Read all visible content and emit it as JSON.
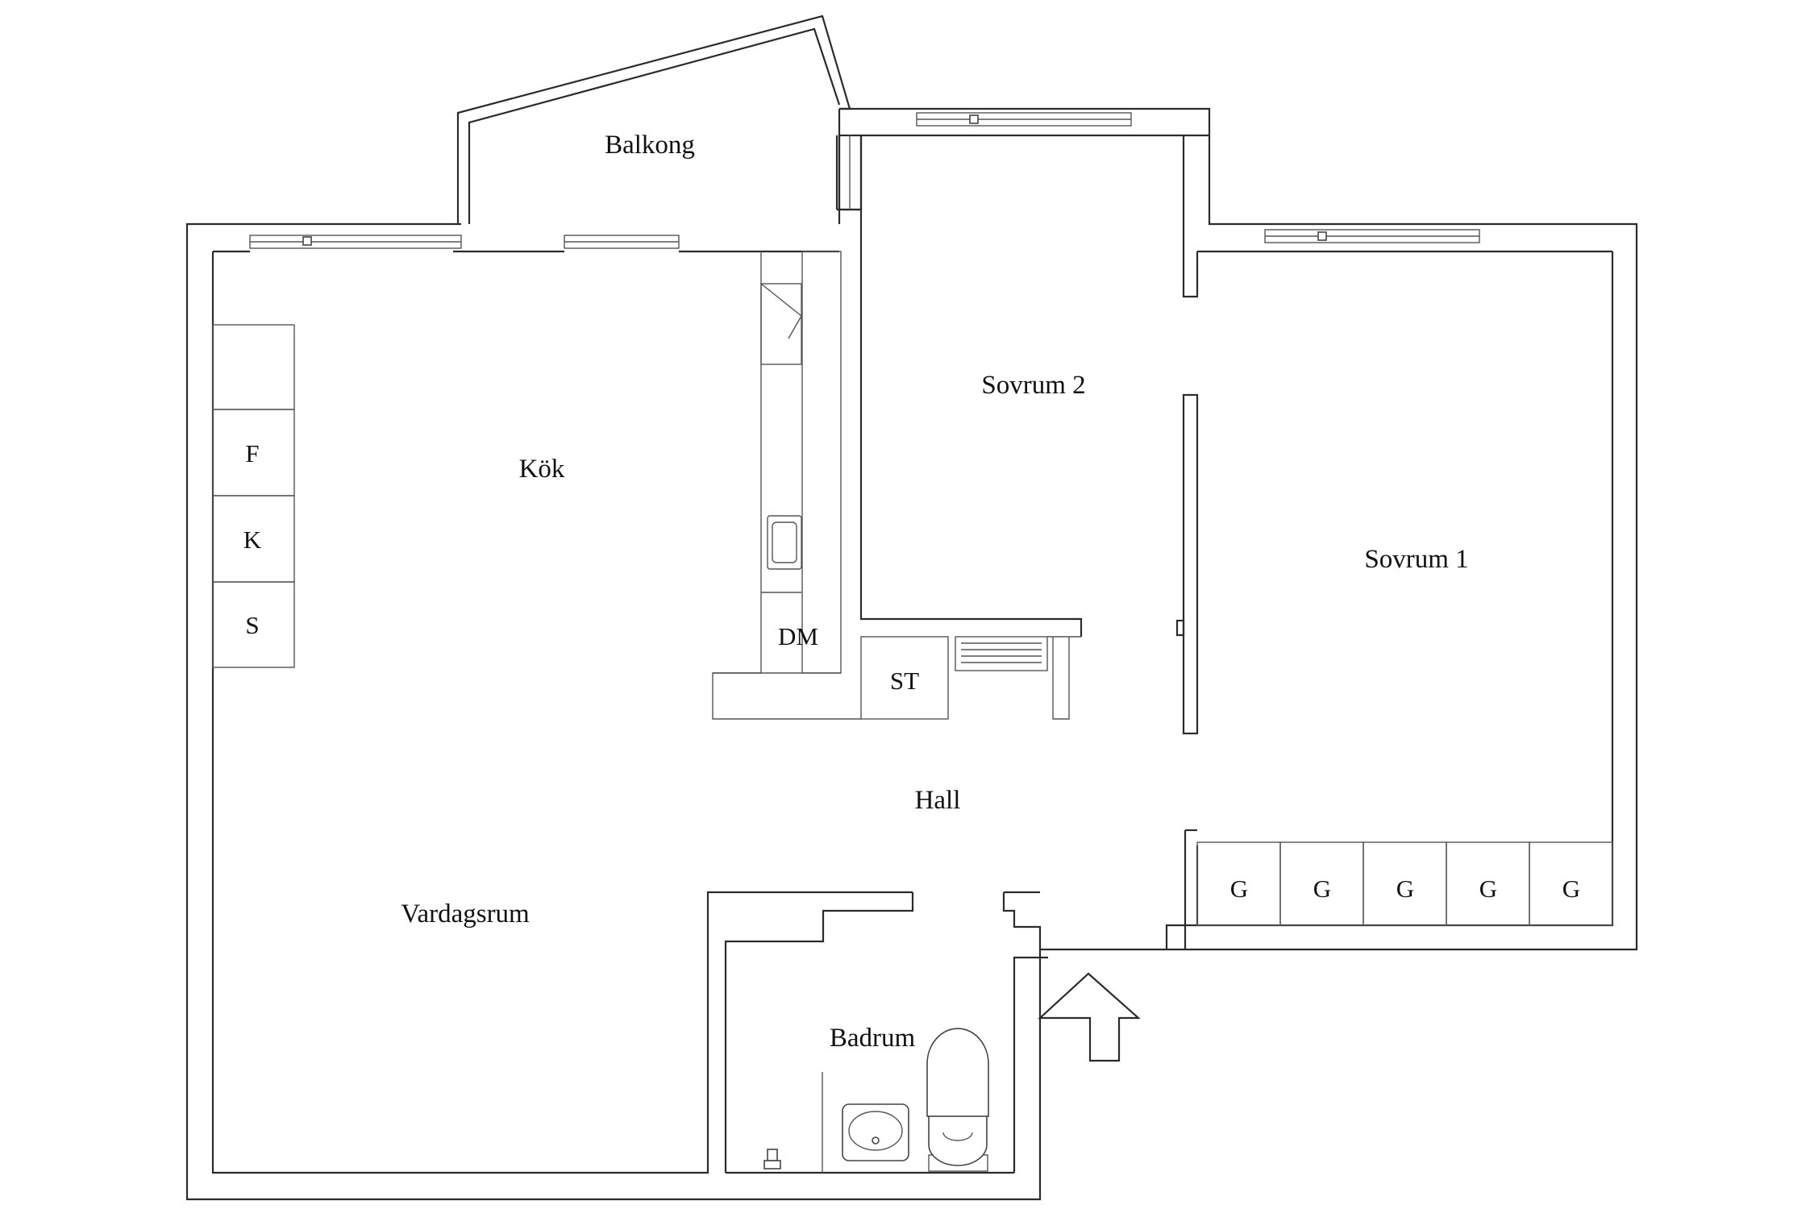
{
  "rooms": {
    "balkong": "Balkong",
    "kok": "Kök",
    "sovrum2": "Sovrum 2",
    "sovrum1": "Sovrum 1",
    "hall": "Hall",
    "vardagsrum": "Vardagsrum",
    "badrum": "Badrum"
  },
  "appliances": {
    "freezer": "F",
    "fridge": "K",
    "stove": "S",
    "dishwasher": "DM",
    "storage": "ST"
  },
  "wardrobes": [
    "G",
    "G",
    "G",
    "G",
    "G"
  ]
}
